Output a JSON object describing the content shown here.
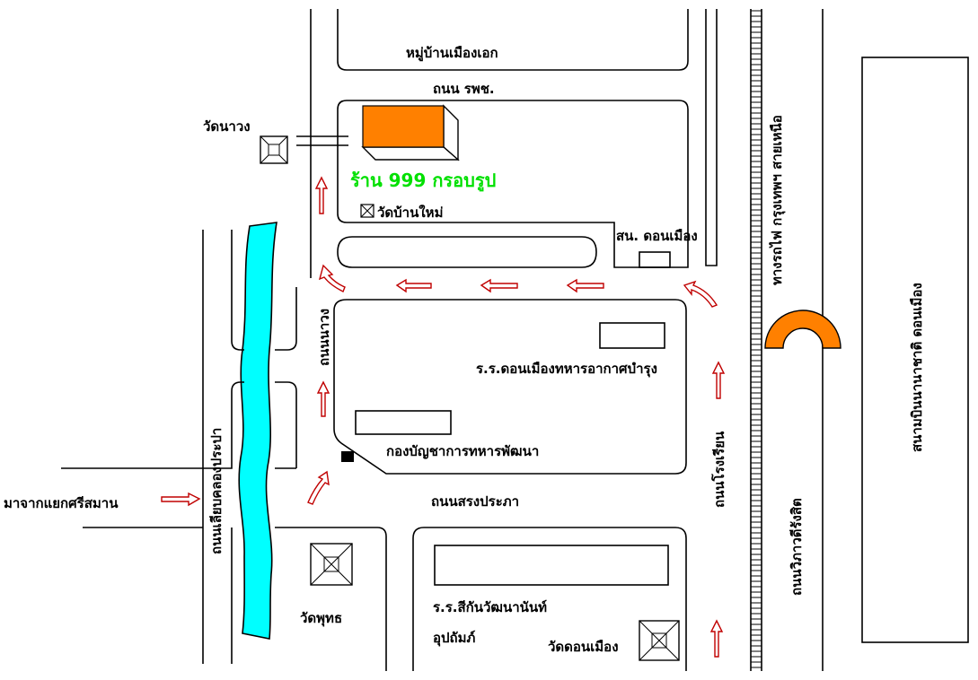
{
  "labels": {
    "village": "หมู่บ้านเมืองเอก",
    "road_rpc": "ถนน รพช.",
    "wat_nawong": "วัดนาวง",
    "shop_name": "ร้าน 999 กรอบรูป",
    "wat_ban_mai": "วัดบ้านใหม่",
    "police_station": "สน. ดอนเมือง",
    "railway": "ทางรถไฟ กรุงเทพฯ สายเหนือ",
    "airport": "สนามบินนานาชาติ ดอนเมือง",
    "road_nawong": "ถนนนาวง",
    "school_airforce": "ร.ร.ดอนเมืองทหารอากาศบำรุง",
    "road_canal": "ถนนเลียบคลองประปา",
    "hq": "กองบัญชาการทหารพัฒนา",
    "from_sisaman": "มาจากแยกศรีสมาน",
    "road_songprapa": "ถนนสรงประภา",
    "road_school": "ถนนโรงเรียน",
    "road_vibhavadi": "ถนนวิภาวดีรังสิต",
    "wat_phut": "วัดพุทธ",
    "school_sikan_1": "ร.ร.สีกันวัฒนานันท์",
    "school_sikan_2": "อุปถัมภ์",
    "wat_donmueang": "วัดดอนเมือง"
  },
  "colors": {
    "canal": "#00ffff",
    "shop": "#ff8000",
    "shop_text": "#00e000",
    "arrow": "#c00000",
    "bridge": "#ff8000"
  },
  "icons": {
    "temple": "temple-square-icon",
    "direction": "route-arrow-icon",
    "bridge": "overpass-arc-icon"
  }
}
